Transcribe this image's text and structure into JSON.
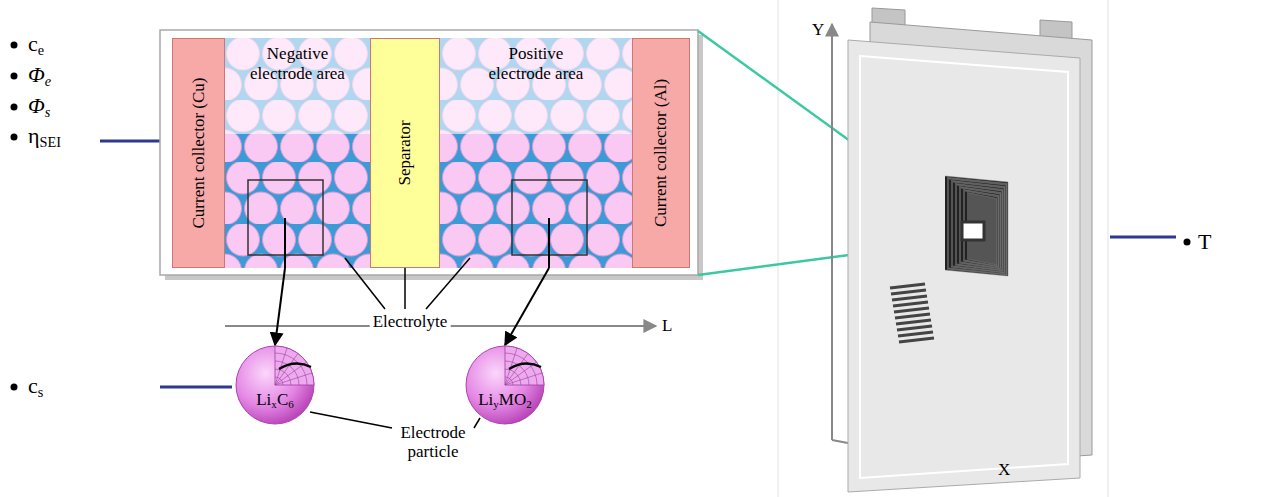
{
  "diagram": {
    "nodes": [
      {
        "text": [
          "Current collector (Cu)"
        ]
      },
      {
        "text": [
          "Negative electrode area"
        ]
      },
      {
        "text": [
          "Separator"
        ]
      },
      {
        "text": [
          "Positive electrode area"
        ]
      },
      {
        "text": [
          "Current collector (Al)"
        ]
      },
      {
        "text": [
          "LixC6"
        ]
      },
      {
        "text": [
          "LiyMO2"
        ]
      }
    ],
    "edges": [
      {
        "from": 1,
        "to": 5,
        "arrow": "to"
      },
      {
        "from": 3,
        "to": 6,
        "arrow": "to"
      }
    ],
    "labels": [
      "ce",
      "Φe",
      "Φs",
      "ηSEI",
      "cs",
      "T",
      "Electrolyte",
      "Electrode particle",
      "L",
      "Y",
      "X"
    ]
  }
}
